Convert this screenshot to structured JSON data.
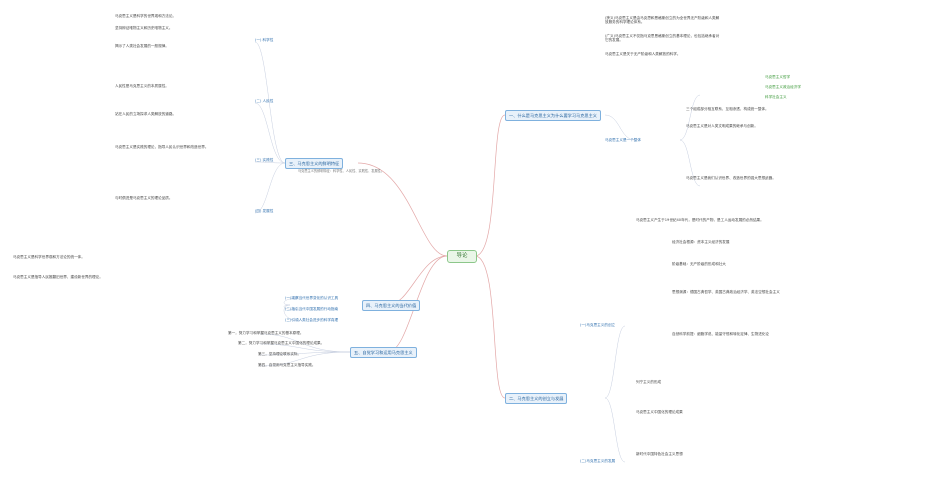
{
  "root": "导论",
  "branches": {
    "one": {
      "title": "一、什么是马克思主义为什么要学习马克思主义",
      "pre_items": [
        "(狭义)马克思主义是由马克思和恩格斯创立的为全世界无产阶级和人类解放服务的科学理论体系。",
        "(广义)马克思主义不仅指马克思恩格斯创立的基本理论，也包括继承者对它的发展。",
        "马克思主义是关于无产阶级和人类解放的科学。"
      ],
      "sub": "马克思主义是一个整体",
      "sub_items": [
        "马克思主义哲学",
        "马克思主义政治经济学",
        "科学社会主义",
        "三个组成部分相互联系、互相渗透，构成统一整体。"
      ],
      "post_items": [
        "马克思主义是对人类文明成果的继承与创新。",
        "马克思主义是我们认识世界、改造世界的强大思想武器。"
      ]
    },
    "two": {
      "title": "二、马克思主义的创立与发展",
      "intro": "马克思主义产生于19世纪40年代，是时代的产物，是工人运动发展的必然结果。",
      "sections": [
        {
          "label": "(一)马克思主义的创立",
          "items": [
            "经济社会根源：资本主义经济的发展",
            "阶级基础：无产阶级的形成和壮大",
            "思想渊源：德国古典哲学、英国古典政治经济学、英法空想社会主义",
            "自然科学前提：细胞学说、能量守恒和转化定律、生物进化论"
          ]
        },
        {
          "label": "(二)马克思主义的发展",
          "items": [
            "列宁主义的形成",
            "马克思主义中国化的理论成果",
            "新时代中国特色社会主义思想"
          ]
        }
      ]
    },
    "three": {
      "title": "三、马克思主义的鲜明特征",
      "note": "马克思主义的鲜明特征：科学性、人民性、实践性、发展性。",
      "sections": [
        {
          "label": "(一) 科学性"
        },
        {
          "label": "(二) 人民性"
        },
        {
          "label": "(三) 实践性"
        },
        {
          "label": "(四) 发展性"
        }
      ],
      "items": [
        "马克思主义是科学的世界观和方法论。",
        "坚持辩证唯物主义和历史唯物主义。",
        "揭示了人类社会发展的一般规律。",
        "人民性是马克思主义的本质属性。",
        "站在人民的立场探求人类解放的道路。",
        "马克思主义是实践的理论，指导人民认识世界和改造世界。",
        "与时俱进是马克思主义的理论品质。"
      ]
    },
    "four": {
      "title": "四、马克思主义的当代价值",
      "items": [
        "(一)观察当代世界变化的认识工具",
        "(二)指引当代中国发展的行动指南",
        "(三)引领人类社会进步的科学真理"
      ]
    },
    "five": {
      "title": "五、自觉学习和运用马克思主义",
      "items": [
        "第一，努力学习和掌握马克思主义的基本原理。",
        "第二，努力学习和掌握马克思主义中国化的理论成果。",
        "第三，坚持理论联系实际。",
        "第四，自觉用马克思主义指导实践。"
      ]
    }
  },
  "left_notes": [
    "马克思主义是科学世界观和方法论的统一体。",
    "马克思主义是指导人民推翻旧世界、建设新世界的理论。"
  ]
}
